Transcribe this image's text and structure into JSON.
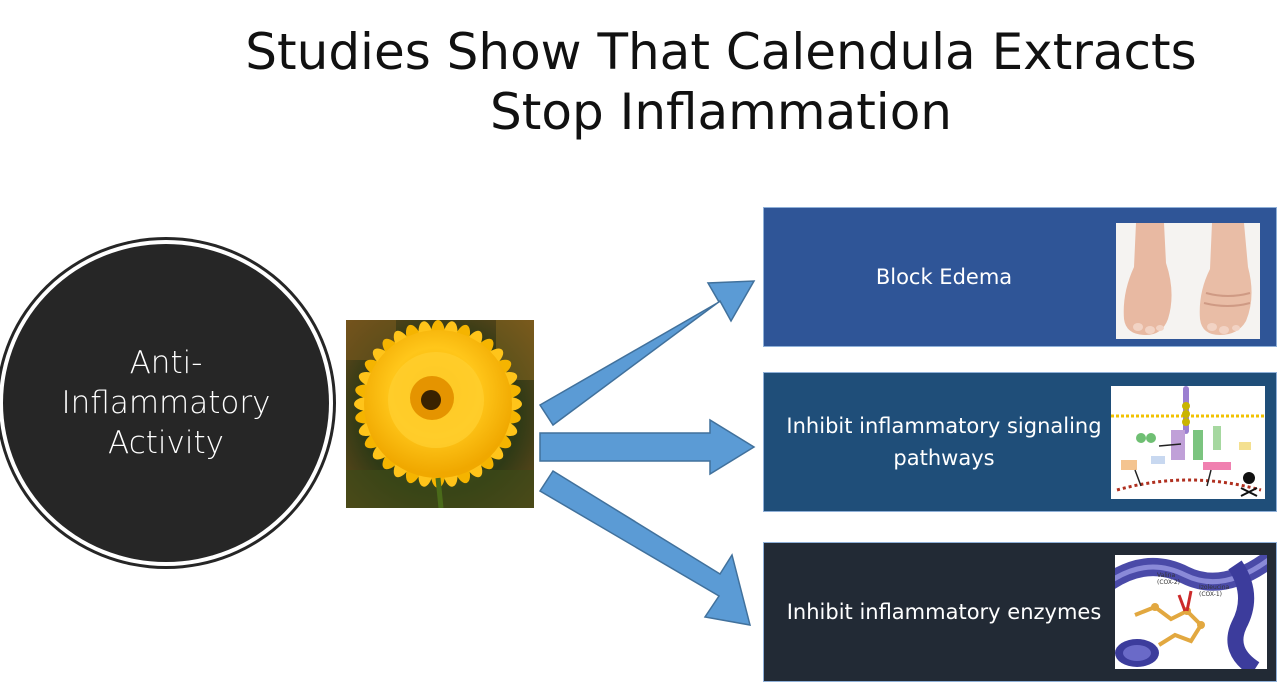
{
  "title": "Studies Show That Calendula Extracts Stop Inflammation",
  "center": {
    "label": "Anti-Inflammatory Activity"
  },
  "image_flower": {
    "icon": "calendula-flower-photo"
  },
  "effects": [
    {
      "label": "Block Edema",
      "image": "swollen-feet-photo",
      "color": "#2f5597"
    },
    {
      "label": "Inhibit inflammatory signaling pathways",
      "image": "signaling-pathway-diagram",
      "color": "#1f4e79"
    },
    {
      "label": "Inhibit inflammatory enzymes",
      "image": "enzyme-structure-render",
      "color": "#222a35",
      "image_labels": [
        "Valina",
        "(COX-2)",
        "Izoleucina",
        "(COX-1)"
      ]
    }
  ],
  "arrow_color": "#5b9bd5"
}
